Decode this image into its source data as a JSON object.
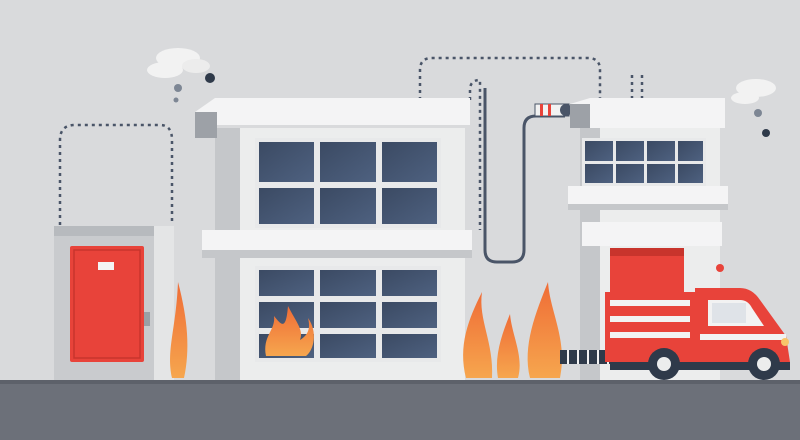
{
  "scene": {
    "background_color": "#d9dadc",
    "ground_color": "#6c7079",
    "wall_color": "#eceded",
    "wall_shadow_color": "#c5c7ca",
    "window_glass_color": "#3f5069",
    "window_frame_color": "#e8e9ea",
    "fire_color_outer": "#f07a3a",
    "fire_color_inner": "#f8b46a",
    "accent_red": "#e8433a",
    "cable_color": "#4a5568",
    "smoke_color": "#f2f2f2"
  },
  "elements": [
    {
      "name": "electrical-cabinet",
      "kind": "cabinet"
    },
    {
      "name": "main-building",
      "kind": "building",
      "stories": 2,
      "windows": 2
    },
    {
      "name": "right-building",
      "kind": "building",
      "stories": 2,
      "windows": 1,
      "has_garage": true
    },
    {
      "name": "fire-truck",
      "kind": "vehicle"
    },
    {
      "name": "window-fire",
      "kind": "fire"
    },
    {
      "name": "ground-flames",
      "kind": "fire",
      "count": 4
    },
    {
      "name": "smoke-clouds",
      "kind": "smoke",
      "count": 2
    },
    {
      "name": "hanging-cables",
      "kind": "cables"
    }
  ]
}
